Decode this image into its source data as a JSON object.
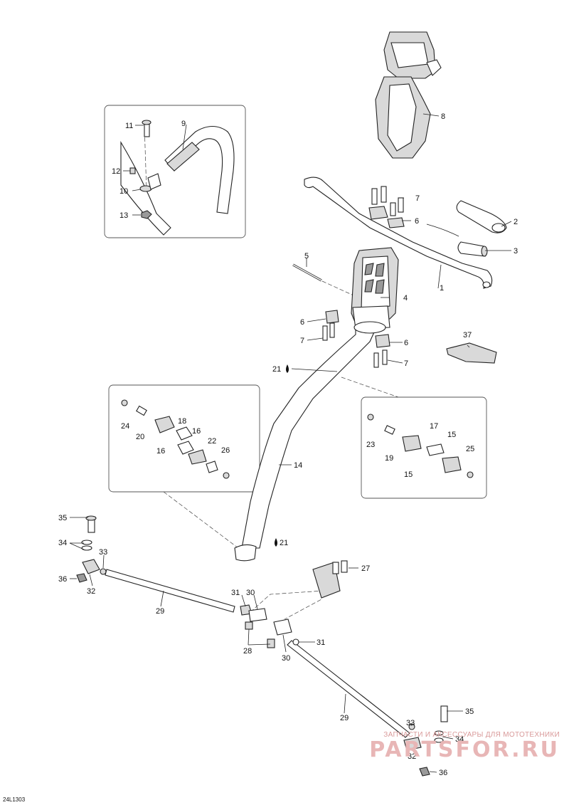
{
  "diagram": {
    "reference_code": "24L1303",
    "watermark": {
      "tagline": "ЗАПЧАСТИ И АКСЕССУАРЫ ДЛЯ МОТОТЕХНИКИ",
      "brand": "PARTSFOR.RU"
    },
    "callouts": {
      "c1": "1",
      "c2": "2",
      "c3": "3",
      "c4": "4",
      "c5": "5",
      "c6a": "6",
      "c6b": "6",
      "c6c": "6",
      "c7a": "7",
      "c7b": "7",
      "c7c": "7",
      "c8": "8",
      "c9": "9",
      "c10": "10",
      "c11": "11",
      "c12": "12",
      "c13": "13",
      "c14": "14",
      "c15a": "15",
      "c15b": "15",
      "c16a": "16",
      "c16b": "16",
      "c17": "17",
      "c18": "18",
      "c19": "19",
      "c20": "20",
      "c21a": "21",
      "c21b": "21",
      "c22": "22",
      "c23": "23",
      "c24": "24",
      "c25": "25",
      "c26": "26",
      "c27": "27",
      "c28": "28",
      "c29a": "29",
      "c29b": "29",
      "c30a": "30",
      "c30b": "30",
      "c31a": "31",
      "c31b": "31",
      "c32a": "32",
      "c32b": "32",
      "c33a": "33",
      "c33b": "33",
      "c34a": "34",
      "c34b": "34",
      "c35a": "35",
      "c35b": "35",
      "c36a": "36",
      "c36b": "36",
      "c37": "37"
    }
  }
}
